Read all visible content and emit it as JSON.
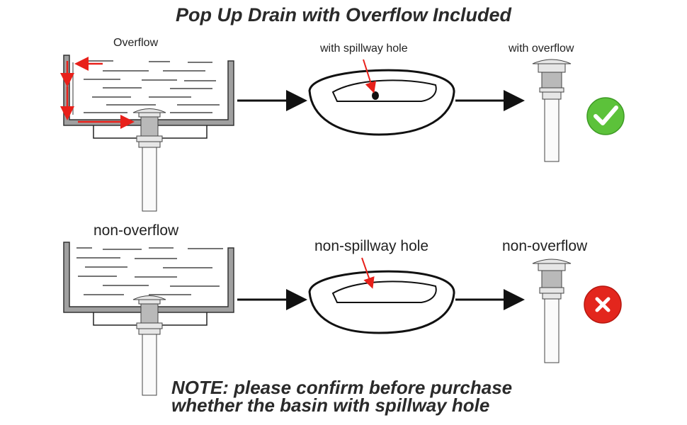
{
  "title": "Pop Up Drain with Overflow Included",
  "top_row": {
    "basin_label": "Overflow",
    "sink_label": "with spillway hole",
    "drain_label": "with overflow",
    "status_icon": "check-icon"
  },
  "bottom_row": {
    "basin_label": "non-overflow",
    "sink_label": "non-spillway hole",
    "drain_label": "non-overflow",
    "status_icon": "cross-icon"
  },
  "note": {
    "line1": "NOTE:   please confirm before purchase",
    "line2": "whether the basin with spillway hole"
  },
  "colors": {
    "check_green": "#5cc23a",
    "cross_red": "#e3261d",
    "arrow_red": "#e8201a",
    "basin_gray": "#8f8f8f"
  }
}
